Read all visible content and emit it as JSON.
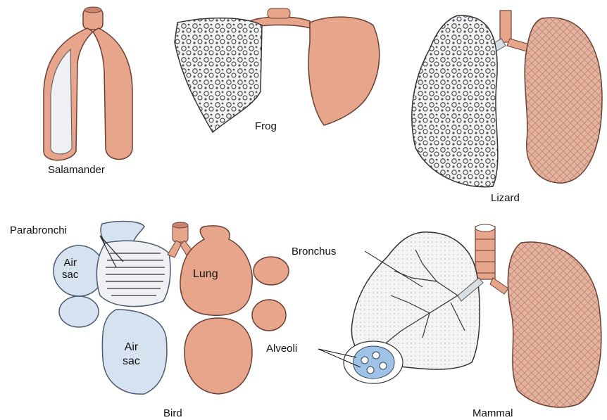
{
  "colors": {
    "tissue": "#e7a58c",
    "tissue_dark": "#c98470",
    "tissue_outline": "#6b3f32",
    "air_sac": "#d7e2f0",
    "air_sac_outline": "#4a5a70",
    "alveoli_blue": "#9fc3e6",
    "lung_interior": "#eef0f2"
  },
  "labels": {
    "salamander": "Salamander",
    "frog": "Frog",
    "lizard": "Lizard",
    "bird": "Bird",
    "mammal": "Mammal",
    "parabronchi": "Parabronchi",
    "air_sac_small_line1": "Air",
    "air_sac_small_line2": "sac",
    "air_sac_large_line1": "Air",
    "air_sac_large_line2": "sac",
    "lung": "Lung",
    "bronchus": "Bronchus",
    "alveoli": "Alveoli"
  }
}
